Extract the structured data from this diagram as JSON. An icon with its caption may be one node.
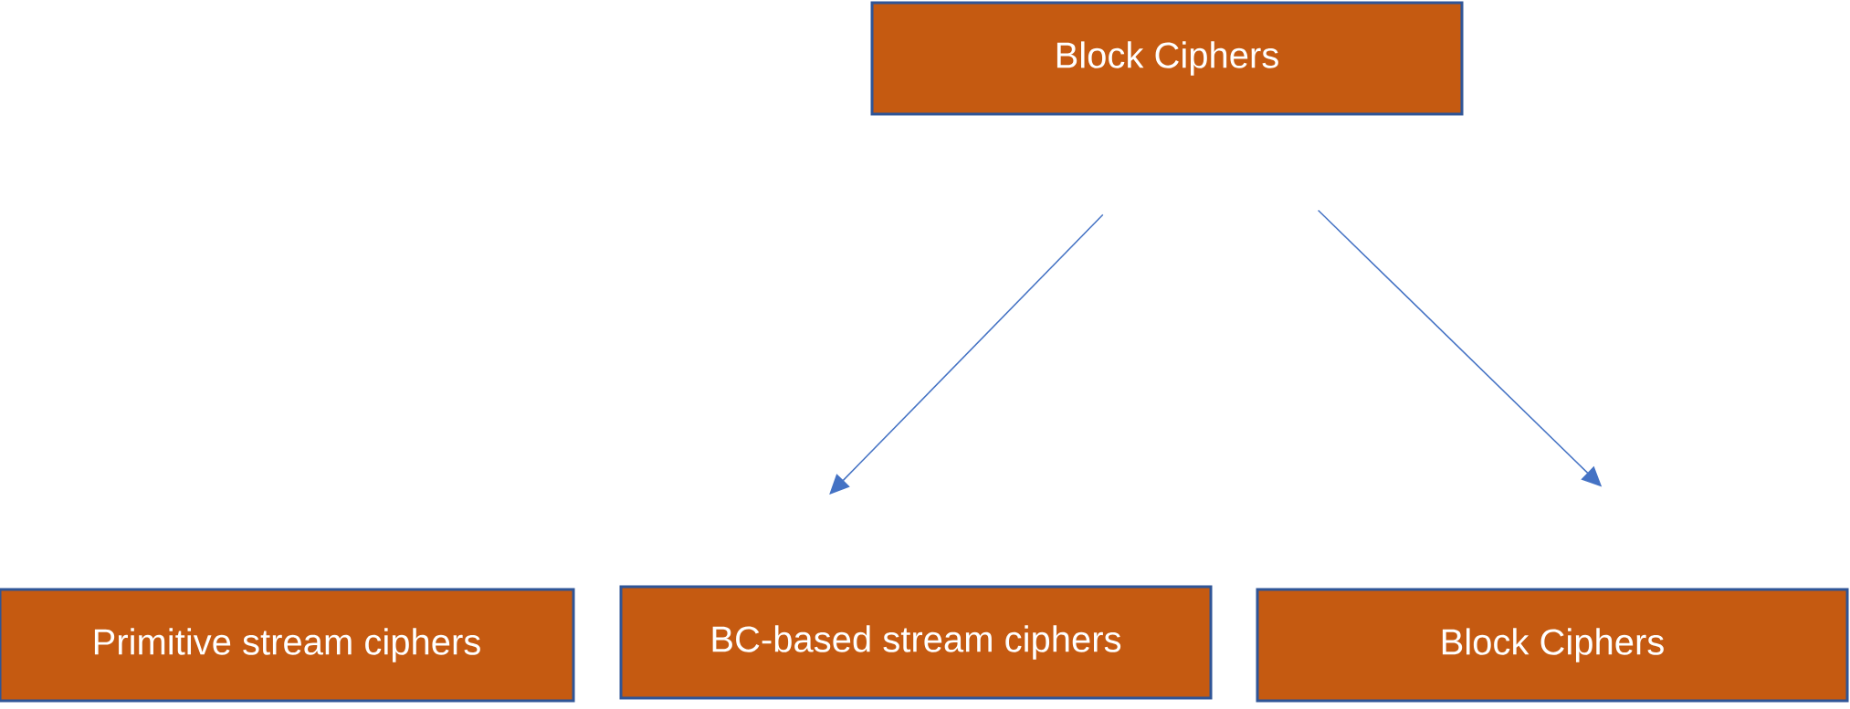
{
  "diagram": {
    "nodes": [
      {
        "text": [
          "Block Ciphers"
        ]
      },
      {
        "text": [
          "Primitive stream ciphers"
        ]
      },
      {
        "text": [
          "BC-based stream ciphers"
        ]
      },
      {
        "text": [
          "Block Ciphers"
        ]
      }
    ],
    "edges": [
      {
        "from": 0,
        "to": 2,
        "arrow": "to"
      },
      {
        "from": 0,
        "to": 3,
        "arrow": "to"
      }
    ]
  }
}
